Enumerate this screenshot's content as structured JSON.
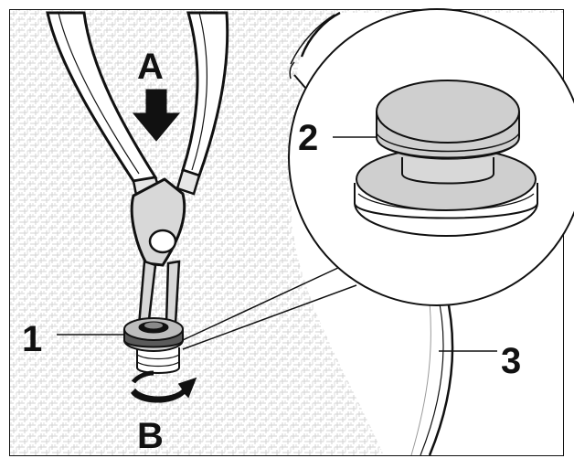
{
  "figure": {
    "labels": {
      "part_1": "1",
      "part_2": "2",
      "part_3": "3",
      "press_direction": "A",
      "rotate_direction": "B"
    },
    "colors": {
      "ink": "#111111",
      "surface": "#ffffff",
      "crosshatch": "#d4d4d4",
      "seal_fill": "#cfcfcf",
      "seal_dark": "#5a5a5a"
    }
  }
}
